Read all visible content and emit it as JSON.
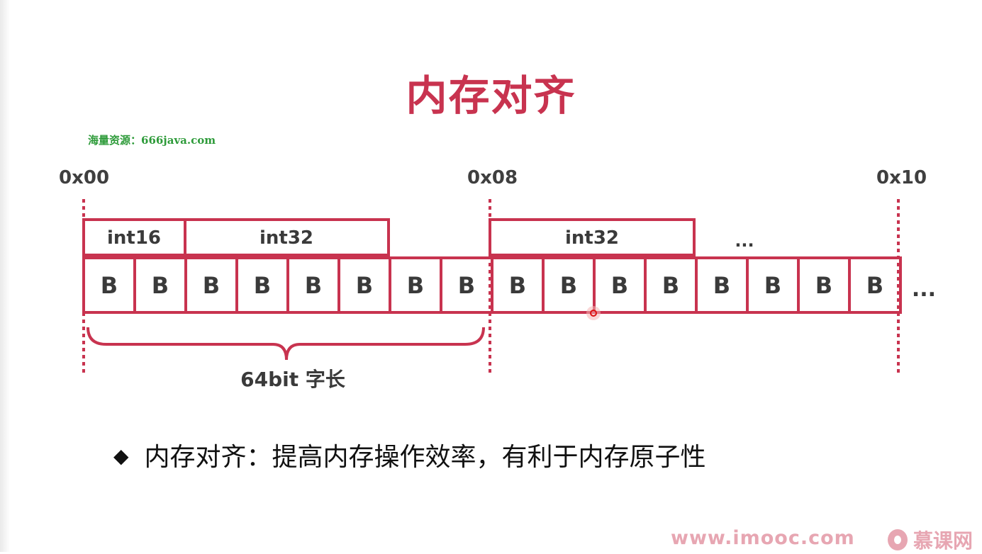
{
  "slide": {
    "title": "内存对齐",
    "watermark": "海量资源：666java.com",
    "bullet_symbol": "◆",
    "bullet_text": "内存对齐：提高内存操作效率，有利于内存原子性"
  },
  "diagram": {
    "addresses": [
      "0x00",
      "0x08",
      "0x10"
    ],
    "type_labels": [
      "int16",
      "int32",
      "int32",
      "..."
    ],
    "byte_label": "B",
    "byte_count": 16,
    "trailing_ellipsis": "...",
    "brace_label": "64bit 字长"
  },
  "branding": {
    "site": "www.imooc.com",
    "logo_text": "慕课网"
  },
  "colors": {
    "accent": "#c8334f",
    "watermark": "#2e9b3a",
    "brand": "#e7a6b2"
  }
}
